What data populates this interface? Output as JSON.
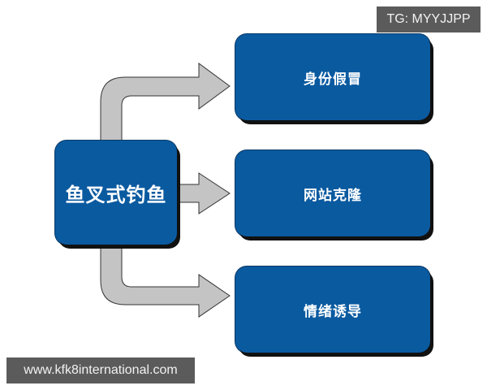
{
  "diagram": {
    "source": {
      "label": "鱼叉式钓鱼"
    },
    "targets": [
      {
        "label": "身份假冒"
      },
      {
        "label": "网站克隆"
      },
      {
        "label": "情绪诱导"
      }
    ],
    "colors": {
      "box_fill": "#0a5aa0",
      "box_shadow": "#111111",
      "arrow_fill": "#c4c4c4",
      "arrow_stroke": "#333333",
      "text": "#ffffff"
    }
  },
  "watermarks": {
    "top_right": "TG: MYYJJPP",
    "bottom_left": "www.kfk8international.com"
  }
}
